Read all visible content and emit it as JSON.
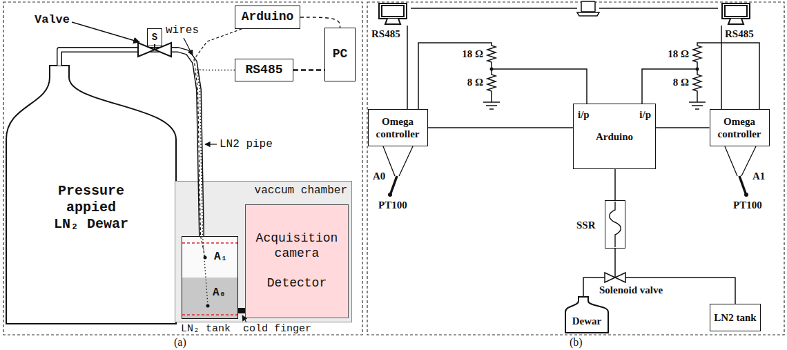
{
  "diagram": {
    "nodes": [
      {
        "text": [
          "Arduino"
        ]
      },
      {
        "text": [
          "PC"
        ]
      },
      {
        "text": [
          "RS485"
        ]
      },
      {
        "text": [
          "S"
        ]
      },
      {
        "text": [
          "Pressure appied LN₂ Dewar"
        ]
      },
      {
        "text": [
          "vaccum chamber"
        ]
      },
      {
        "text": [
          "A₁",
          "A₀"
        ],
        "in": 5
      },
      {
        "text": [
          "Acquisition camera",
          "Detector"
        ],
        "in": 5
      },
      {
        "text": [
          "RS485"
        ]
      },
      {
        "text": [
          "RS485"
        ]
      },
      {
        "text": [
          "Omega controller"
        ]
      },
      {
        "text": [
          "i/p",
          "i/p",
          "Arduino"
        ]
      },
      {
        "text": [
          "Omega controller"
        ]
      },
      {
        "text": [
          "SSR"
        ]
      },
      {
        "text": [
          "Dewar"
        ]
      },
      {
        "text": [
          "LN2 tank"
        ]
      }
    ],
    "edges": [
      {
        "from": 0,
        "to": 1,
        "arrow": "none"
      },
      {
        "from": 2,
        "to": 1,
        "arrow": "none"
      },
      {
        "from": 4,
        "to": 6,
        "arrow": "none"
      },
      {
        "from": 0,
        "to": 6,
        "arrow": "none"
      },
      {
        "from": 2,
        "to": 6,
        "arrow": "none"
      },
      {
        "from": 8,
        "to": 10,
        "arrow": "none"
      },
      {
        "from": 9,
        "to": 12,
        "arrow": "none"
      },
      {
        "from": 10,
        "to": 11,
        "arrow": "none"
      },
      {
        "from": 12,
        "to": 11,
        "arrow": "none"
      },
      {
        "from": 11,
        "to": 13,
        "arrow": "none"
      },
      {
        "from": 14,
        "to": 15,
        "arrow": "none"
      }
    ],
    "labels": [
      "Valve",
      "wires",
      "LN2 pipe",
      "LN₂ tank",
      "cold finger",
      "(a)",
      "18 Ω",
      "8 Ω",
      "18 Ω",
      "8 Ω",
      "A0",
      "PT100",
      "A1",
      "PT100",
      "Solenoid valve",
      "(b)"
    ]
  }
}
